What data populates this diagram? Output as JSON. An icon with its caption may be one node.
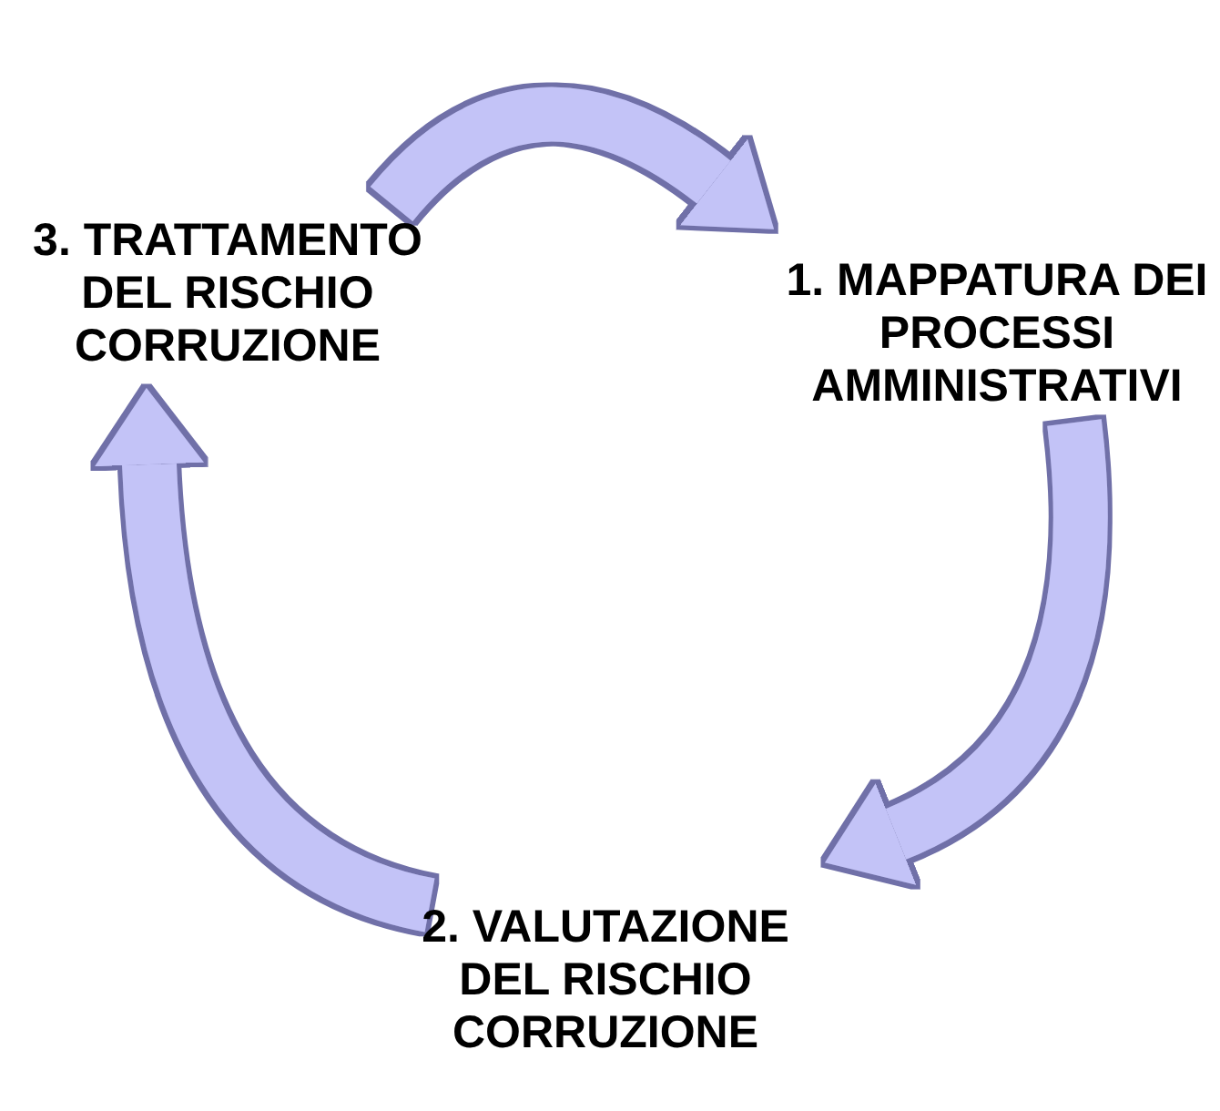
{
  "diagram": {
    "nodes": [
      {
        "text": [
          "3. TRATTAMENTO DEL RISCHIO CORRUZIONE"
        ]
      },
      {
        "text": [
          "1. MAPPATURA DEI PROCESSI AMMINISTRATIVI"
        ]
      },
      {
        "text": [
          "2. VALUTAZIONE DEL RISCHIO CORRUZIONE"
        ]
      }
    ],
    "edges": [
      {
        "from": 0,
        "to": 1,
        "arrow": "to"
      },
      {
        "from": 1,
        "to": 2,
        "arrow": "to"
      },
      {
        "from": 2,
        "to": 0,
        "arrow": "to"
      }
    ]
  }
}
